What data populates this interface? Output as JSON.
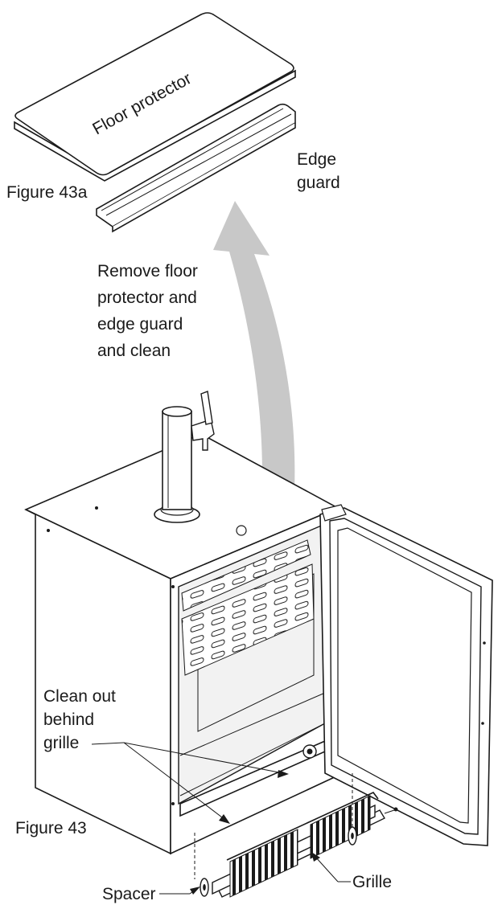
{
  "labels": {
    "floor_protector": "Floor protector",
    "edge_guard_line1": "Edge",
    "edge_guard_line2": "guard",
    "figure_43a": "Figure 43a",
    "remove_line1": "Remove floor",
    "remove_line2": "protector and",
    "remove_line3": "edge guard",
    "remove_line4": "and clean",
    "clean_line1": "Clean out",
    "clean_line2": "behind",
    "clean_line3": "grille",
    "figure_43": "Figure 43",
    "grille": "Grille",
    "spacer": "Spacer"
  },
  "colors": {
    "line": "#1a1a1a",
    "arrow_fill": "#c8c8c8",
    "panel_fill": "#ffffff",
    "interior_fill": "#f2f2f2"
  }
}
